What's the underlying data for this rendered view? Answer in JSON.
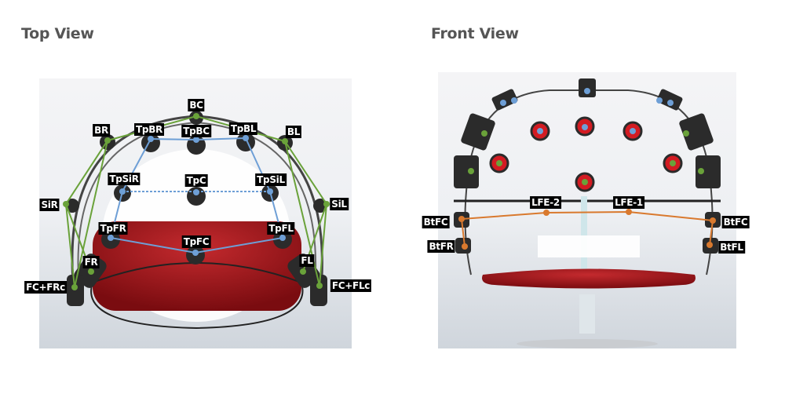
{
  "titles": {
    "top": "Top View",
    "front": "Front View"
  },
  "colors": {
    "green": "#6aa23a",
    "blue": "#6e9fd6",
    "orange": "#d9792e",
    "seat": "#a3141b",
    "label_bg": "#000000"
  },
  "top_view": {
    "labels": {
      "BC": "BC",
      "BR": "BR",
      "TpBR": "TpBR",
      "TpBC": "TpBC",
      "TpBL": "TpBL",
      "BL": "BL",
      "TpSiR": "TpSiR",
      "TpC": "TpC",
      "TpSiL": "TpSiL",
      "SiR": "SiR",
      "SiL": "SiL",
      "TpFR": "TpFR",
      "TpFC": "TpFC",
      "TpFL": "TpFL",
      "FR": "FR",
      "FL": "FL",
      "FCFRc": "FC+FRc",
      "FCFLc": "FC+FLc"
    }
  },
  "front_view": {
    "labels": {
      "LFE2": "LFE-2",
      "LFE1": "LFE-1",
      "BtFC_R": "BtFC",
      "BtFR": "BtFR",
      "BtFC_L": "BtFC",
      "BtFL": "BtFL"
    }
  }
}
